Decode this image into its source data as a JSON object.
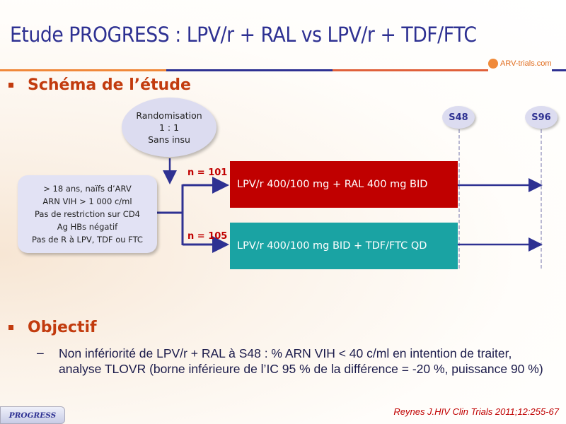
{
  "header": {
    "title": "Etude PROGRESS : LPV/r + RAL vs LPV/r + TDF/FTC",
    "logo_text": "ARV-trials.com"
  },
  "section1": {
    "heading": "Schéma de l’étude",
    "randomisation": [
      "Randomisation",
      "1 : 1",
      "Sans insu"
    ],
    "criteria": [
      "> 18 ans, naïfs d’ARV",
      "ARN VIH > 1 000 c/ml",
      "Pas de restriction sur CD4",
      "Ag HBs négatif",
      "Pas de R à LPV, TDF ou FTC"
    ],
    "arms": [
      {
        "n": "n = 101",
        "label": "LPV/r 400/100 mg + RAL 400 mg BID",
        "color": "#c00000"
      },
      {
        "n": "n = 105",
        "label": "LPV/r 400/100 mg BID + TDF/FTC QD",
        "color": "#1aa3a3"
      }
    ],
    "timepoints": [
      "S48",
      "S96"
    ]
  },
  "section2": {
    "heading": "Objectif",
    "dash": "–",
    "text": "Non infériorité de LPV/r + RAL à S48 : % ARN VIH < 40 c/ml en intention de traiter, analyse TLOVR (borne inférieure de l’IC 95 % de la différence = -20 %, puissance 90 %)"
  },
  "footer": {
    "badge": "PROGRESS",
    "citation": "Reynes J.HIV Clin Trials 2011;12:255-67"
  }
}
